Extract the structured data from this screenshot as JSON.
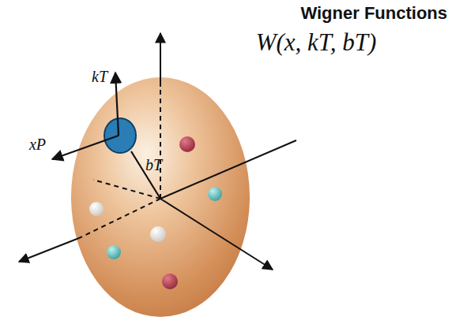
{
  "diagram": {
    "title": "Wigner Functions",
    "labels": [
      "W(x, kT, bT)",
      "kT",
      "xP",
      "bT"
    ]
  }
}
